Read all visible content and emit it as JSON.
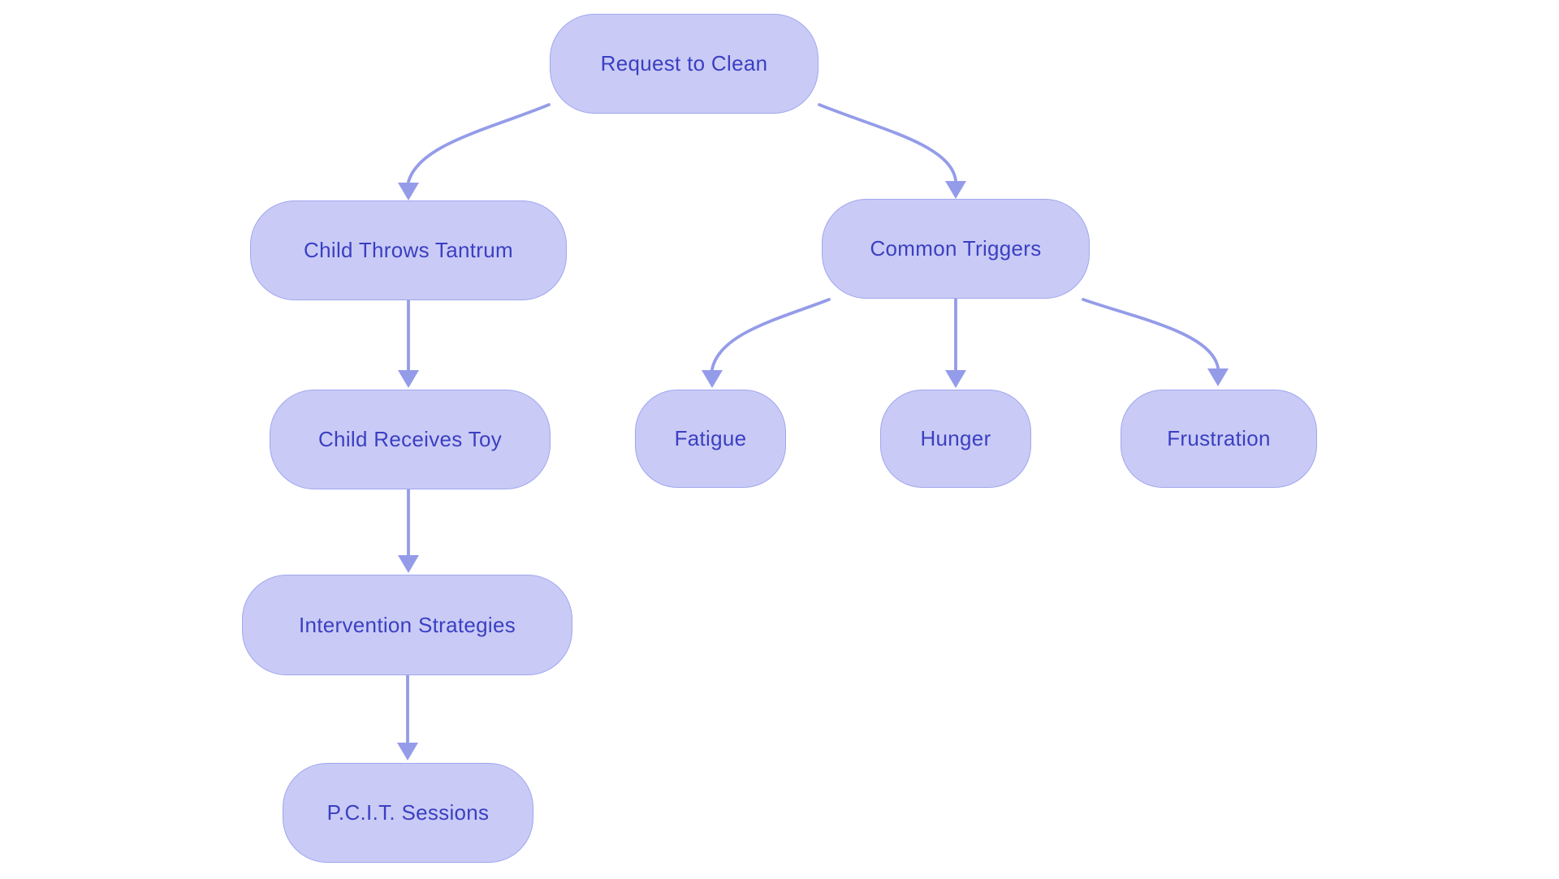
{
  "diagram": {
    "type": "flowchart",
    "colors": {
      "background": "#ffffff",
      "node_fill": "#c9cbf6",
      "node_border": "#a0a6ee",
      "node_text": "#3b3fc1",
      "arrow": "#949ce9"
    },
    "nodes": [
      {
        "id": "request-to-clean",
        "label": "Request to Clean"
      },
      {
        "id": "child-throws-tantrum",
        "label": "Child Throws Tantrum"
      },
      {
        "id": "common-triggers",
        "label": "Common Triggers"
      },
      {
        "id": "child-receives-toy",
        "label": "Child Receives Toy"
      },
      {
        "id": "fatigue",
        "label": "Fatigue"
      },
      {
        "id": "hunger",
        "label": "Hunger"
      },
      {
        "id": "frustration",
        "label": "Frustration"
      },
      {
        "id": "intervention-strategies",
        "label": "Intervention Strategies"
      },
      {
        "id": "pcit-sessions",
        "label": "P.C.I.T. Sessions"
      }
    ],
    "edges": [
      {
        "from": "request-to-clean",
        "to": "child-throws-tantrum"
      },
      {
        "from": "request-to-clean",
        "to": "common-triggers"
      },
      {
        "from": "child-throws-tantrum",
        "to": "child-receives-toy"
      },
      {
        "from": "common-triggers",
        "to": "fatigue"
      },
      {
        "from": "common-triggers",
        "to": "hunger"
      },
      {
        "from": "common-triggers",
        "to": "frustration"
      },
      {
        "from": "child-receives-toy",
        "to": "intervention-strategies"
      },
      {
        "from": "intervention-strategies",
        "to": "pcit-sessions"
      }
    ]
  }
}
